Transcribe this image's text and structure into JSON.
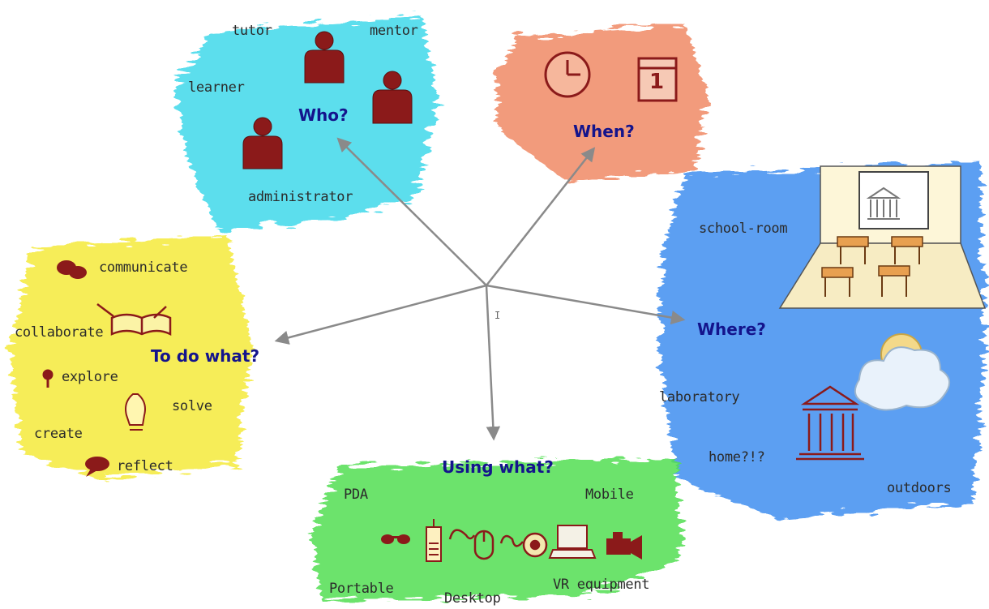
{
  "center_mark": "I",
  "who": {
    "question": "Who?",
    "labels": {
      "tutor": "tutor",
      "mentor": "mentor",
      "learner": "learner",
      "administrator": "administrator"
    },
    "colors": {
      "blob": "#3fd9ea",
      "icon": "#8b1a1a"
    }
  },
  "when": {
    "question": "When?",
    "calendar_day": "1",
    "colors": {
      "blob": "#f08a66",
      "icon": "#8b1a1a"
    }
  },
  "where": {
    "question": "Where?",
    "labels": {
      "school_room": "school-room",
      "laboratory": "laboratory",
      "home": "home?!?",
      "outdoors": "outdoors"
    },
    "colors": {
      "blob": "#3f8ff0",
      "icon": "#8b1a1a",
      "desk": "#e8a050"
    }
  },
  "to_do_what": {
    "question": "To do what?",
    "labels": {
      "communicate": "communicate",
      "collaborate": "collaborate",
      "explore": "explore",
      "solve": "solve",
      "create": "create",
      "reflect": "reflect"
    },
    "colors": {
      "blob": "#f5ea3a",
      "icon": "#8b1a1a"
    }
  },
  "using_what": {
    "question": "Using what?",
    "labels": {
      "pda": "PDA",
      "mobile": "Mobile",
      "portable": "Portable",
      "desktop": "Desktop",
      "vr_equipment": "VR equipment"
    },
    "colors": {
      "blob": "#52df52",
      "icon": "#8b1a1a"
    }
  },
  "colors": {
    "question_text": "#14148c",
    "arrow": "#8a8a8a",
    "label_text": "#2b2b2b"
  }
}
